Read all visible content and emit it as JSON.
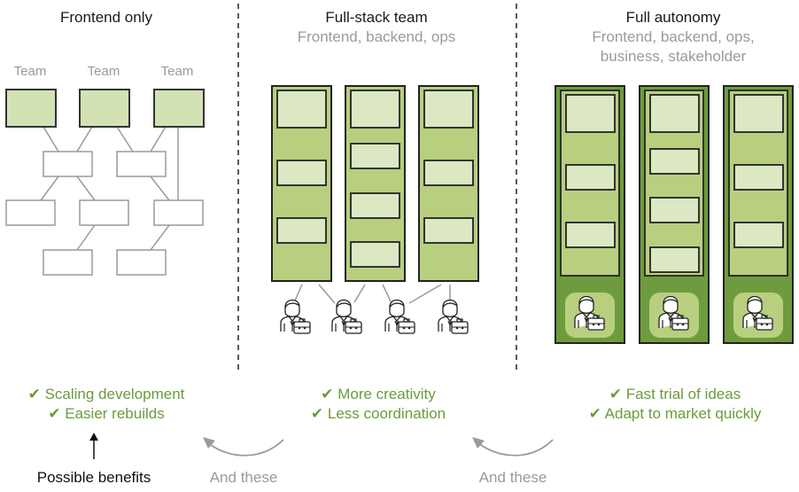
{
  "colors": {
    "green_fill": "#d3e2b3",
    "green_light": "#dbe8c3",
    "green_mid": "#b8cf80",
    "green_dark": "#6f9b3f",
    "benefit_green": "#6a9c3c",
    "gray_line": "#9a9a9a",
    "dark_line": "#222222"
  },
  "sections": [
    {
      "id": "frontend-only",
      "title": "Frontend only",
      "subtitle_lines": [],
      "team_labels": [
        "Team",
        "Team",
        "Team"
      ],
      "benefits": [
        "Scaling development",
        "Easier rebuilds"
      ],
      "caption": "Possible benefits"
    },
    {
      "id": "full-stack-team",
      "title": "Full-stack team",
      "subtitle_lines": [
        "Frontend, backend, ops"
      ],
      "benefits": [
        "More creativity",
        "Less coordination"
      ],
      "caption": "And these"
    },
    {
      "id": "full-autonomy",
      "title": "Full autonomy",
      "subtitle_lines": [
        "Frontend, backend, ops,",
        "business, stakeholder"
      ],
      "benefits": [
        "Fast trial of ideas",
        "Adapt to market quickly"
      ],
      "caption": "And these"
    }
  ],
  "check_glyph": "✔",
  "icons": {
    "stakeholder": "person-with-briefcase-icon",
    "arrow_up": "arrow-up-icon",
    "curved_arrow": "curved-arrow-left-icon"
  }
}
